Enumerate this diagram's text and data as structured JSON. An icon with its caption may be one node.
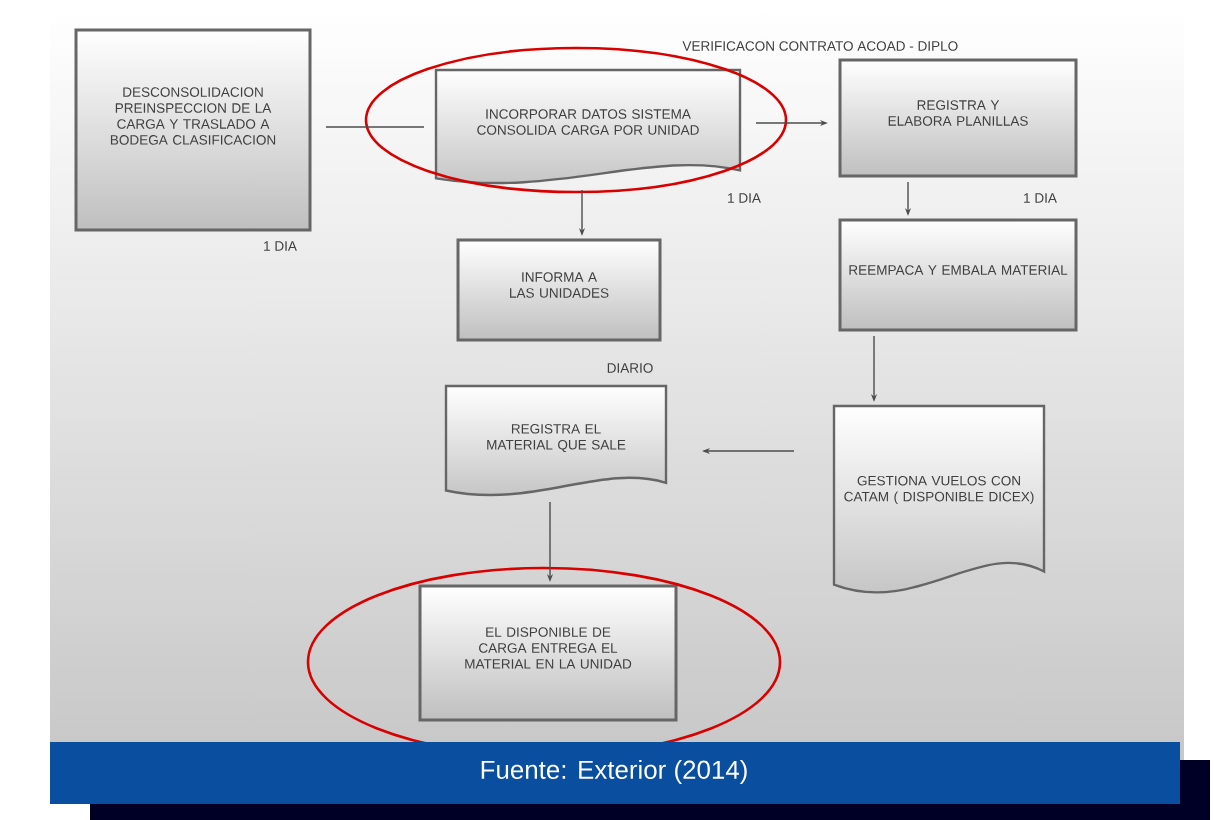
{
  "diagram": {
    "caption": "Fuente: Exterior (2014)",
    "nodes": [
      {
        "text": [
          "DESCONSOLIDACION PREINSPECCION DE LA CARGA Y TRASLADO A BODEGA CLASIFICACION"
        ],
        "beside": [
          "1 DIA"
        ]
      },
      {
        "text": [
          "INCORPORAR DATOS SISTEMA CONSOLIDA CARGA POR UNIDAD"
        ],
        "beside": [
          "1 DIA"
        ]
      },
      {
        "text": [
          "REGISTRA Y ELABORA PLANILLAS"
        ],
        "beside": [
          "1 DIA"
        ]
      },
      {
        "text": [
          "INFORMA A LAS UNIDADES"
        ]
      },
      {
        "text": [
          "REEMPACA Y EMBALA MATERIAL"
        ]
      },
      {
        "text": [
          "REGISTRA EL MATERIAL QUE SALE"
        ]
      },
      {
        "text": [
          "GESTIONA VUELOS CON CATAM ( DISPONIBLE DICEX)"
        ]
      },
      {
        "text": [
          "EL DISPONIBLE DE CARGA ENTREGA EL MATERIAL EN LA UNIDAD"
        ]
      }
    ],
    "edges": [
      {
        "from": 0,
        "to": 1,
        "arrow": "none"
      },
      {
        "from": 1,
        "to": 2,
        "arrow": "to"
      },
      {
        "from": 1,
        "to": 3,
        "arrow": "to"
      },
      {
        "from": 2,
        "to": 4,
        "arrow": "to"
      },
      {
        "from": 4,
        "to": 6,
        "arrow": "to"
      },
      {
        "from": 6,
        "to": 5,
        "arrow": "to"
      },
      {
        "from": 5,
        "to": 7,
        "arrow": "to"
      }
    ],
    "labels": [
      "VERIFICACON CONTRATO   ACOAD - DIPLO",
      "DIARIO"
    ]
  }
}
